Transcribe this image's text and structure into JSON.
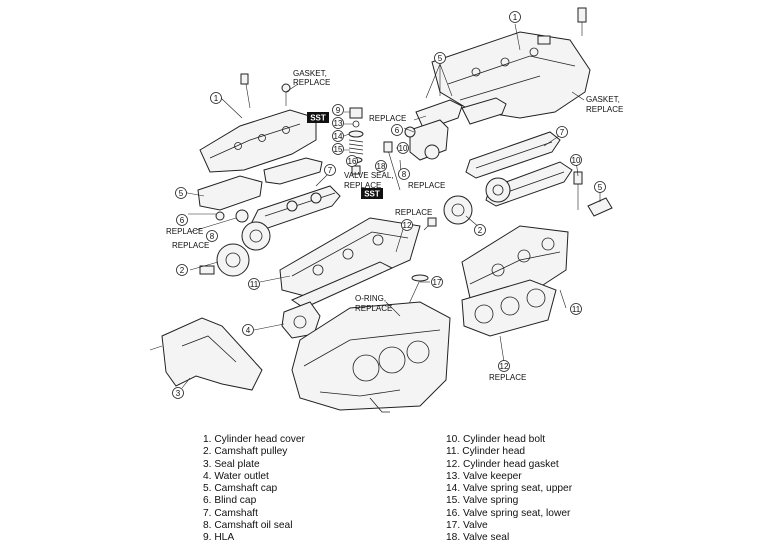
{
  "callouts": {
    "c1": "1",
    "c2": "2",
    "c3": "3",
    "c4": "4",
    "c5": "5",
    "c6": "6",
    "c7": "7",
    "c8": "8",
    "c9": "9",
    "c10": "10",
    "c11": "11",
    "c12": "12",
    "c13": "13",
    "c14": "14",
    "c15": "15",
    "c16": "16",
    "c17": "17",
    "c18": "18"
  },
  "labels": {
    "gasket_replace_line1": "GASKET,",
    "gasket_replace_line2": "REPLACE",
    "replace": "REPLACE",
    "valve_seal_line1": "VALVE SEAL,",
    "valve_seal_line2": "REPLACE",
    "oring_line1": "O-RING,",
    "oring_line2": "REPLACE",
    "sst": "SST"
  },
  "legend_left": [
    "1. Cylinder head cover",
    "2. Camshaft pulley",
    "3. Seal plate",
    "4. Water outlet",
    "5.    Camshaft cap",
    "6. Blind cap",
    "7.    Camshaft",
    "8. Camshaft oil seal",
    "9. HLA"
  ],
  "legend_right": [
    "10. Cylinder head bolt",
    "11. Cylinder head",
    "12. Cylinder head gasket",
    "13. Valve keeper",
    "14. Valve spring seat, upper",
    "15. Valve spring",
    "16. Valve spring seat, lower",
    "17. Valve",
    "18. Valve seal"
  ]
}
